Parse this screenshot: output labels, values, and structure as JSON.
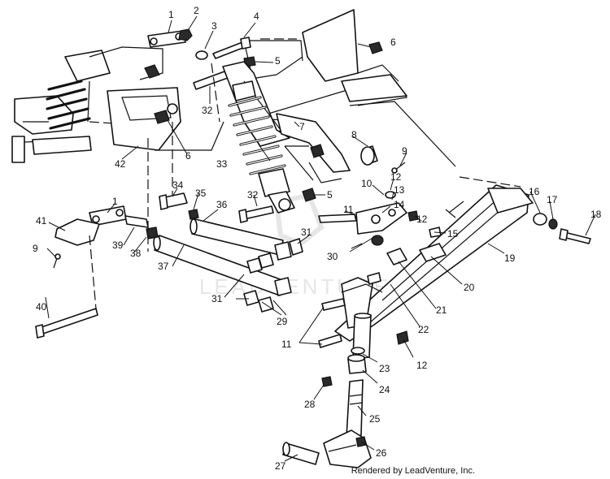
{
  "diagram": {
    "callouts": [
      "1",
      "2",
      "3",
      "4",
      "5",
      "6",
      "6",
      "32",
      "42",
      "33",
      "7",
      "8",
      "9",
      "10",
      "12",
      "13",
      "14",
      "12",
      "11",
      "5",
      "32",
      "36",
      "34",
      "35",
      "1",
      "41",
      "39",
      "38",
      "37",
      "9",
      "31",
      "31",
      "30",
      "15",
      "16",
      "17",
      "18",
      "19",
      "20",
      "21",
      "22",
      "29",
      "11",
      "12",
      "23",
      "24",
      "28",
      "25",
      "26",
      "27",
      "40"
    ],
    "watermark": "LEADVENTURE",
    "credit": "Rendered by LeadVenture, Inc."
  }
}
